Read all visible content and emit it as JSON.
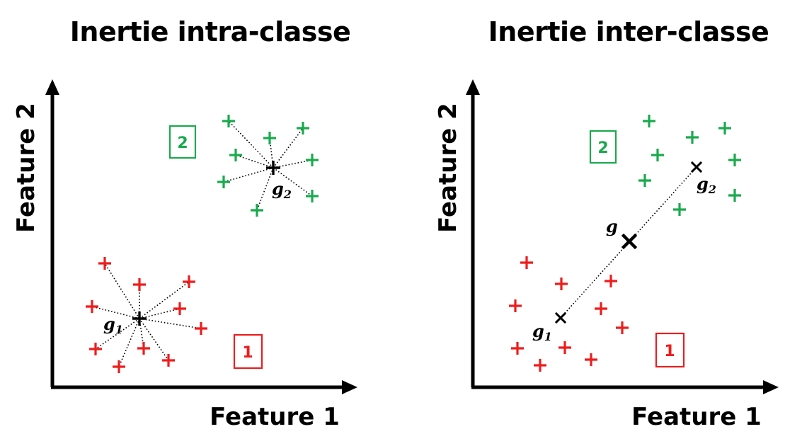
{
  "colors": {
    "class1": "#ee1c1c",
    "class2": "#1aaa4d",
    "centroid": "#000000"
  },
  "panels": [
    {
      "title": "Inertie intra-classe",
      "xlabel": "Feature 1",
      "ylabel": "Feature 2",
      "class_box_1": "1",
      "class_box_2": "2",
      "centroid_1": {
        "letter": "g",
        "sub": "1"
      },
      "centroid_2": {
        "letter": "g",
        "sub": "2"
      }
    },
    {
      "title": "Inertie inter-classe",
      "xlabel": "Feature 1",
      "ylabel": "Feature 2",
      "class_box_1": "1",
      "class_box_2": "2",
      "centroid_1": {
        "letter": "g",
        "sub": "1"
      },
      "centroid_2": {
        "letter": "g",
        "sub": "2"
      },
      "global_centroid": {
        "letter": "g"
      }
    }
  ]
}
